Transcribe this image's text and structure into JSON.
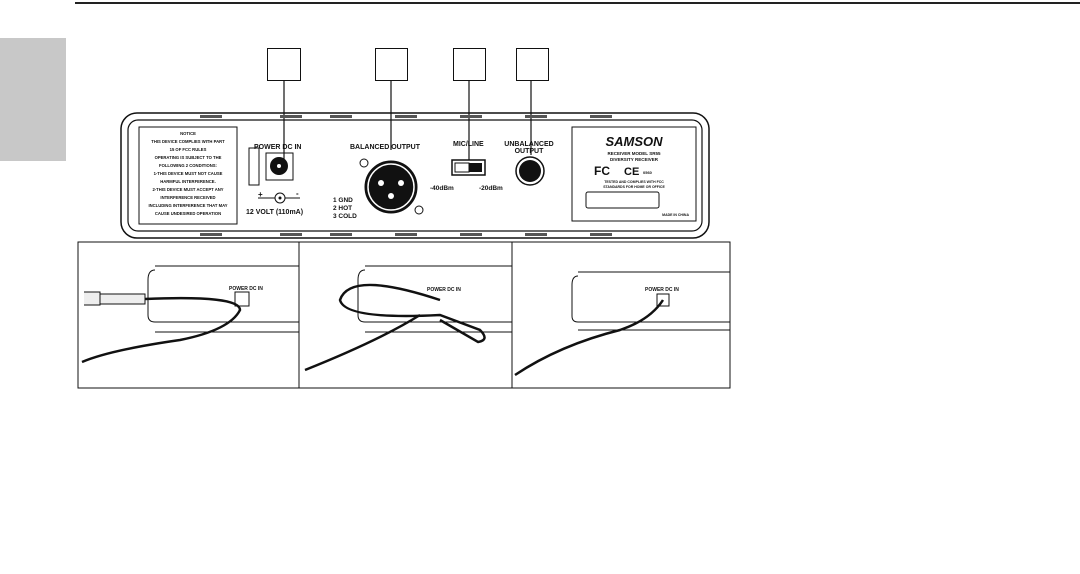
{
  "panel": {
    "notice": [
      "NOTICE",
      "THIS DEVICE COMPLIES WITH PART",
      "15 OF FCC RULES",
      "OPERATING IS SUBJECT TO THE",
      "FOLLOWING 2 CONDITIONS:",
      "1-THIS DEVICE MUST NOT CAUSE",
      "HARMFUL INTERFERENCE.",
      "2-THIS DEVICE MUST ACCEPT ANY",
      "INTERFERENCE RECEIVED",
      "INCLUDING INTERFERENCE THAT MAY",
      "CAUSE UNDESIRED OPERATION"
    ],
    "power_label": "POWER DC IN",
    "plus": "+",
    "minus": "-",
    "volt_label": "12 VOLT (110mA)",
    "balanced_label": "BALANCED OUTPUT",
    "pins": [
      "1 GND",
      "2 HOT",
      "3 COLD"
    ],
    "micline_label": "MIC/LINE",
    "db_low": "-40dBm",
    "db_high": "-20dBm",
    "unbalanced_label": [
      "UNBALANCED",
      "OUTPUT"
    ],
    "brand": "SAMSON",
    "model": "RECEIVER MODEL SR55",
    "model_sub": "DIVERSITY RECEIVER",
    "fcc": "FC",
    "ce": "CE",
    "ce_num": "0560",
    "tested": [
      "TESTED AND COMPLIES WITH FCC",
      "STANDARDS FOR HOME OR OFFICE"
    ],
    "made_in": "MADE IN CHINA"
  },
  "photos": {
    "power_label": "POWER DC IN"
  }
}
